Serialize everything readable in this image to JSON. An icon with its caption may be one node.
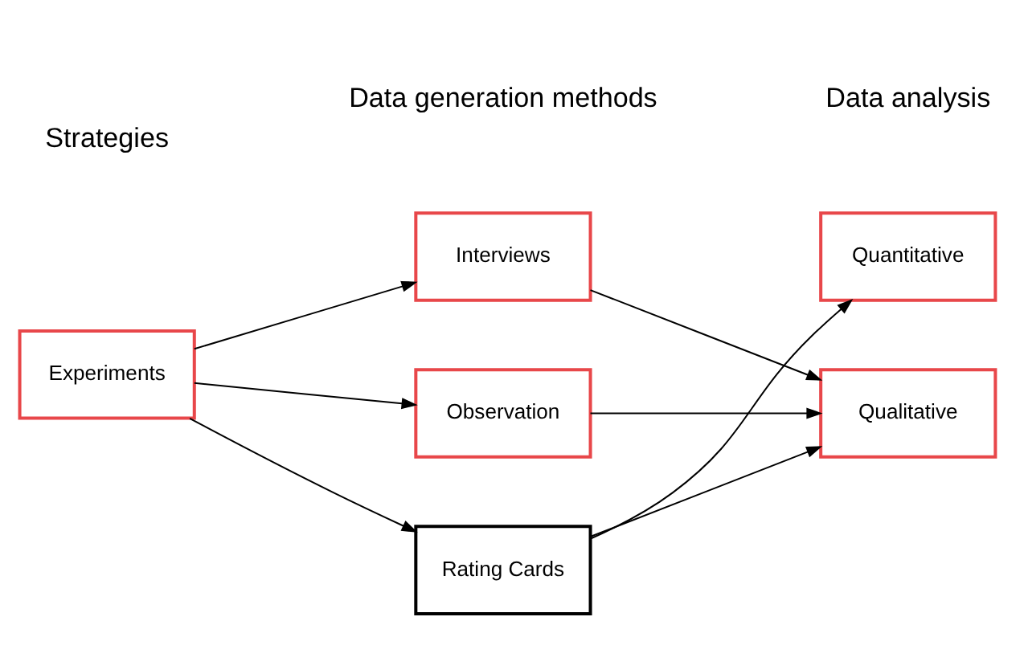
{
  "diagram": {
    "nodes": [
      {
        "text": [
          "Experiments"
        ]
      },
      {
        "text": [
          "Interviews"
        ]
      },
      {
        "text": [
          "Observation"
        ]
      },
      {
        "text": [
          "Rating Cards"
        ]
      },
      {
        "text": [
          "Quantitative"
        ]
      },
      {
        "text": [
          "Qualitative"
        ]
      }
    ],
    "edges": [
      {
        "from": 0,
        "to": 1,
        "arrow": "to"
      },
      {
        "from": 0,
        "to": 2,
        "arrow": "to"
      },
      {
        "from": 0,
        "to": 3,
        "arrow": "to"
      },
      {
        "from": 1,
        "to": 5,
        "arrow": "to"
      },
      {
        "from": 2,
        "to": 5,
        "arrow": "to"
      },
      {
        "from": 3,
        "to": 4,
        "arrow": "to"
      },
      {
        "from": 3,
        "to": 5,
        "arrow": "to"
      }
    ],
    "labels": [
      "Strategies",
      "Data generation methods",
      "Data analysis"
    ]
  }
}
